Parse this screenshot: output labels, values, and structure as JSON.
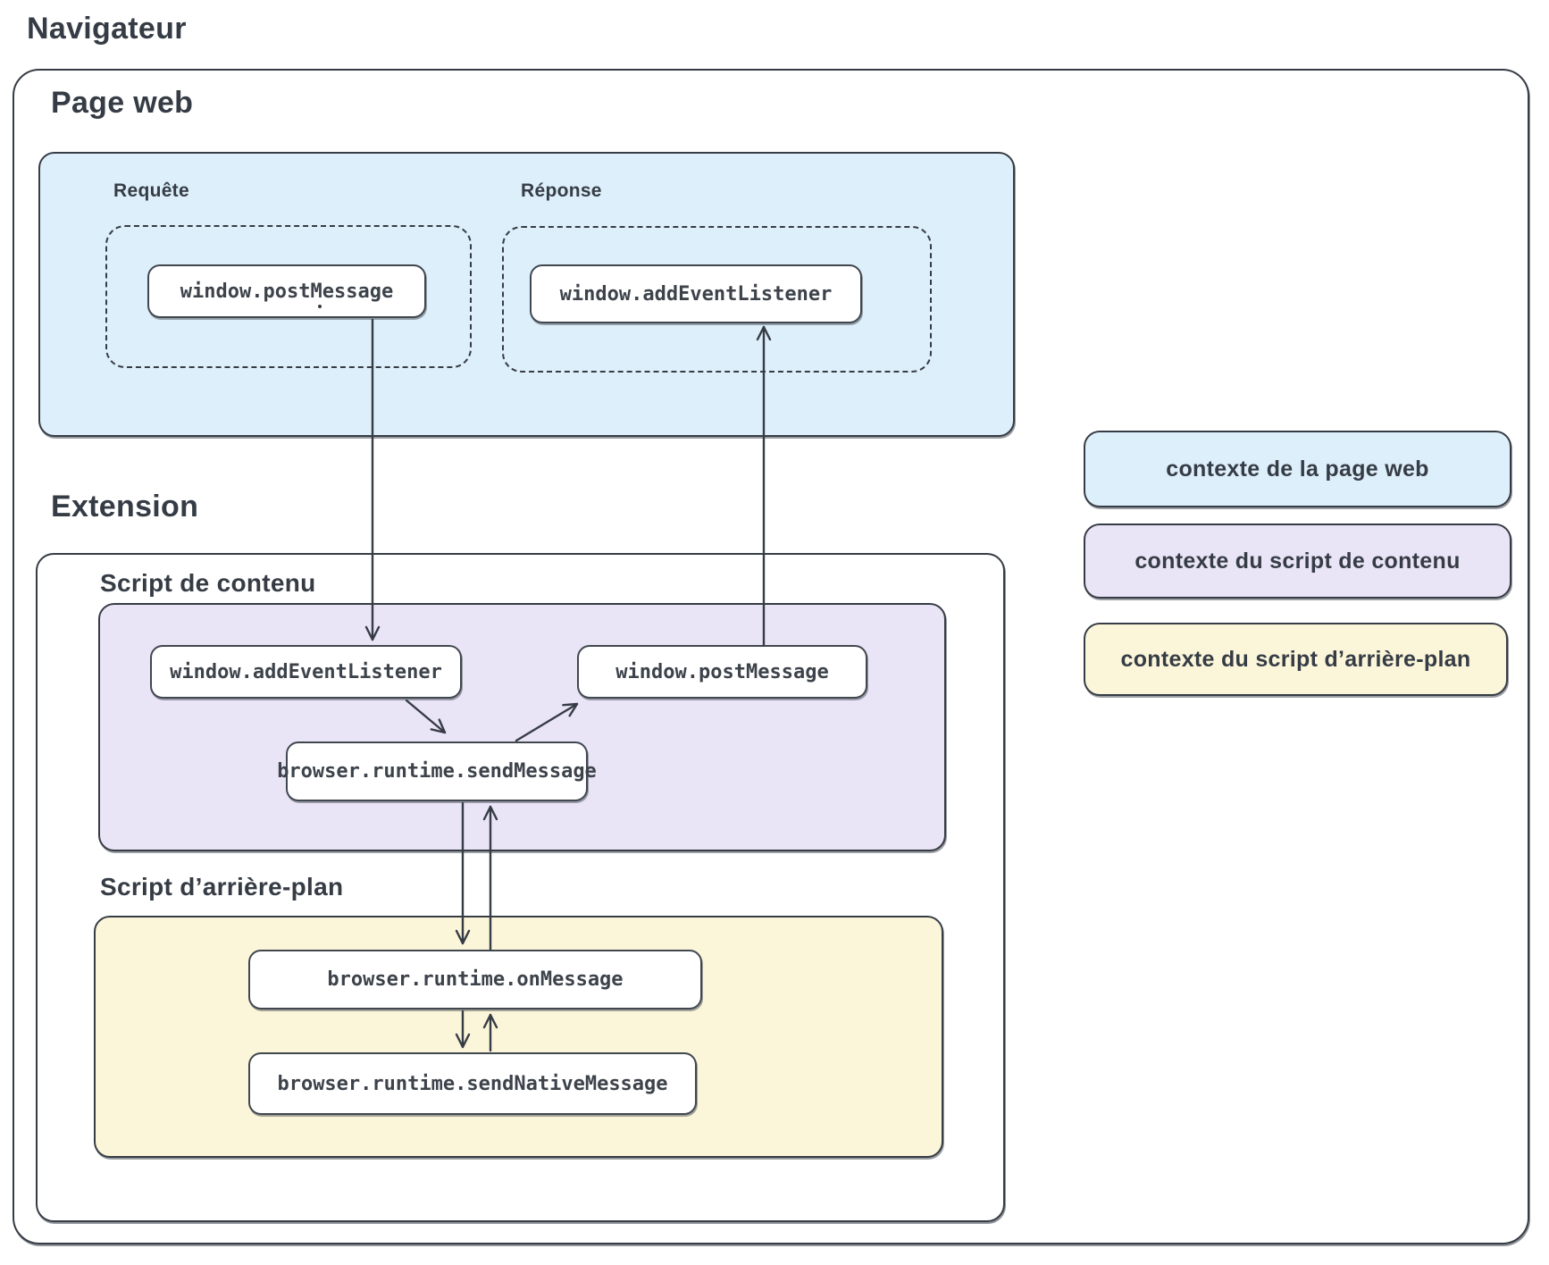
{
  "title": "Navigateur",
  "page_web": {
    "label": "Page web",
    "request": {
      "label": "Requête",
      "node": "window.postMessage"
    },
    "response": {
      "label": "Réponse",
      "node": "window.addEventListener"
    }
  },
  "extension": {
    "label": "Extension",
    "content_script": {
      "label": "Script de contenu",
      "add_event_listener": "window.addEventListener",
      "post_message": "window.postMessage",
      "send_message": "browser.runtime.sendMessage"
    },
    "background_script": {
      "label": "Script d’arrière-plan",
      "on_message": "browser.runtime.onMessage",
      "send_native_message": "browser.runtime.sendNativeMessage"
    }
  },
  "legend": {
    "items": [
      {
        "label": "contexte de la page web",
        "color": "#ddeffa"
      },
      {
        "label": "contexte du script de contenu",
        "color": "#e9e4f6"
      },
      {
        "label": "contexte du script d’arrière-plan",
        "color": "#fbf6d9"
      }
    ]
  },
  "colors": {
    "stroke": "#363c45",
    "page_web_fill": "#ddeffa",
    "content_script_fill": "#e9e4f6",
    "background_script_fill": "#fbf6d9"
  }
}
